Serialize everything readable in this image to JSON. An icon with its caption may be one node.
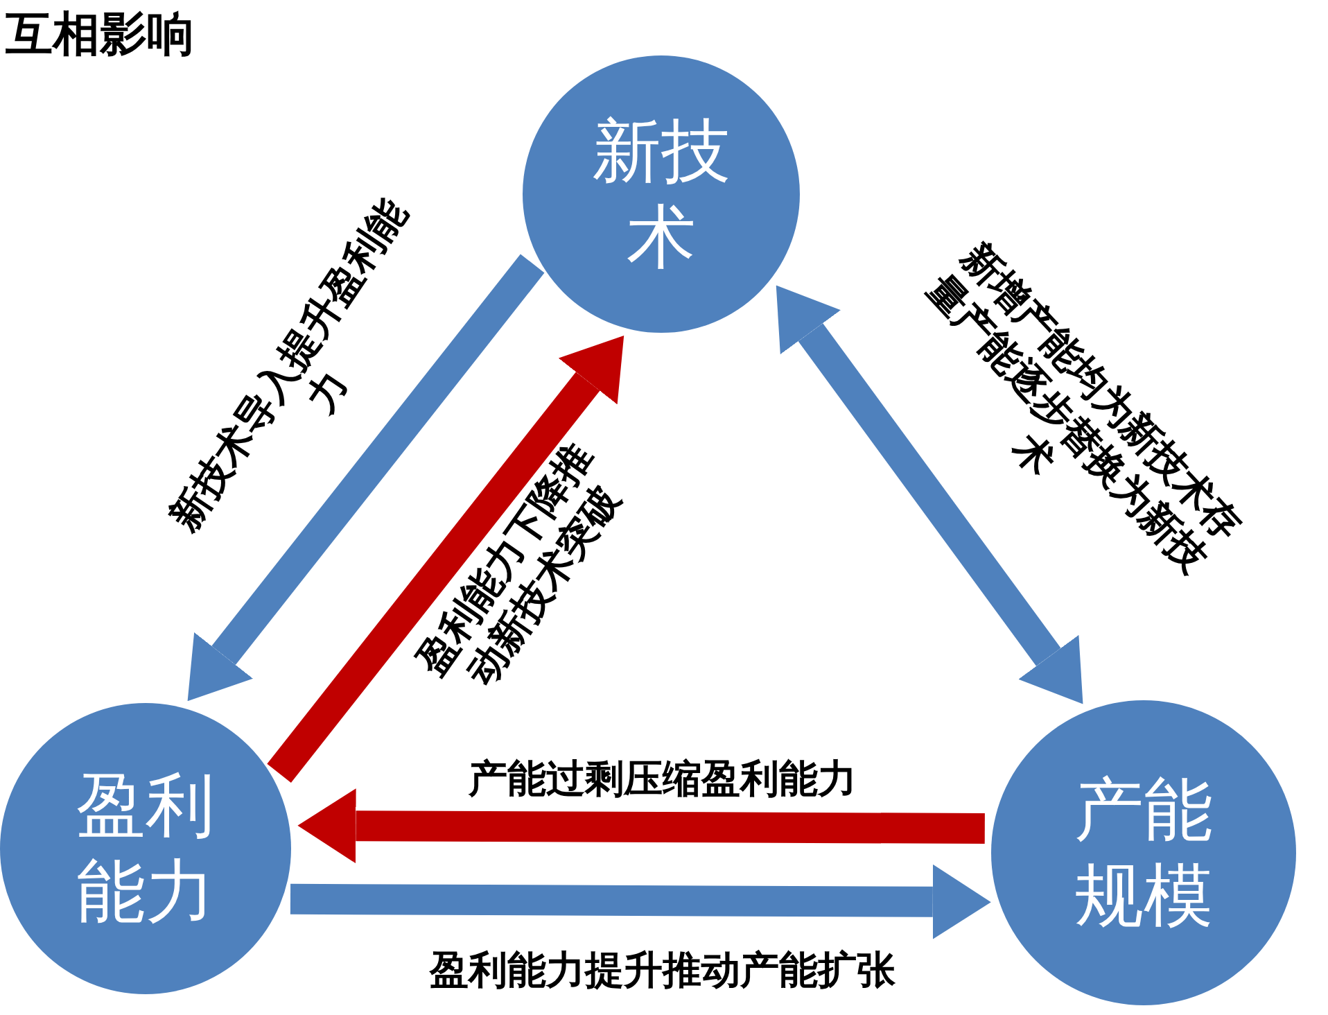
{
  "diagram": {
    "title": "互相影响",
    "nodes": [
      {
        "text": [
          "新技术"
        ]
      },
      {
        "text": [
          "盈利能力"
        ]
      },
      {
        "text": [
          "产能规模"
        ]
      }
    ],
    "edges": [
      {
        "from": 0,
        "to": 1,
        "arrow": "to",
        "label": "新技术导入提升盈利能力"
      },
      {
        "from": 1,
        "to": 0,
        "arrow": "to",
        "label": "盈利能力下降推动新技术突破",
        "color": "#c00000"
      },
      {
        "from": 0,
        "to": 2,
        "arrow": "both",
        "label": "新增产能均为新技术存量产能逐步替换为新技术"
      },
      {
        "from": 2,
        "to": 1,
        "arrow": "to",
        "label": "产能过剩压缩盈利能力",
        "color": "#c00000"
      },
      {
        "from": 1,
        "to": 2,
        "arrow": "to",
        "label": "盈利能力提升推动产能扩张"
      }
    ]
  }
}
